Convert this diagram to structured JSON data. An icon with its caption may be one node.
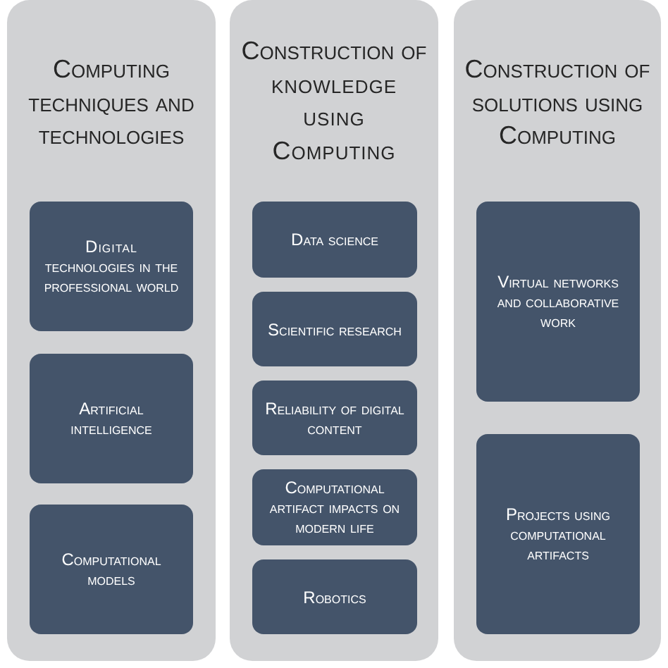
{
  "diagram": {
    "nodes": [
      {
        "text": [
          "Computing techniques and technologies"
        ]
      },
      {
        "text": [
          "Digital technologies in the professional world"
        ],
        "in": 0
      },
      {
        "text": [
          "Artificial intelligence"
        ],
        "in": 0
      },
      {
        "text": [
          "Computational models"
        ],
        "in": 0
      },
      {
        "text": [
          "Construction of knowledge using Computing"
        ]
      },
      {
        "text": [
          "Data science"
        ],
        "in": 4
      },
      {
        "text": [
          "Scientific research"
        ],
        "in": 4
      },
      {
        "text": [
          "Reliability of digital content"
        ],
        "in": 4
      },
      {
        "text": [
          "Computational artifact impacts on modern life"
        ],
        "in": 4
      },
      {
        "text": [
          "Robotics"
        ],
        "in": 4
      },
      {
        "text": [
          "Construction of solutions using Computing"
        ]
      },
      {
        "text": [
          "Virtual networks and collaborative work"
        ],
        "in": 10
      },
      {
        "text": [
          "Projects using computational artifacts"
        ],
        "in": 10
      }
    ]
  }
}
